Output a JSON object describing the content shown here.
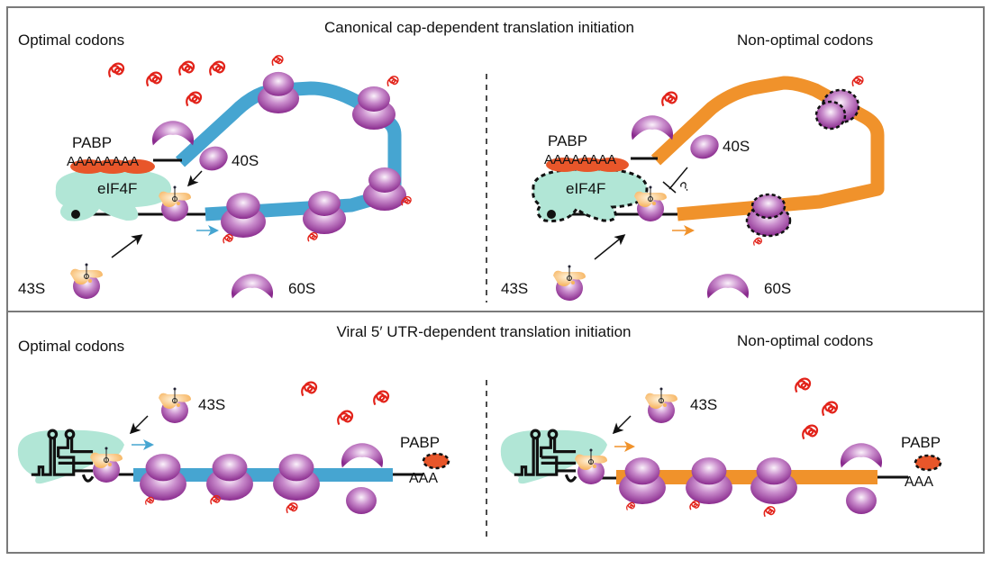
{
  "colors": {
    "optimal_mrna": "#46a5d1",
    "nonoptimal_mrna": "#f0922b",
    "ribosome": "#9b3c9e",
    "eif4f": "#b1e6d6",
    "pabp": "#e8562a",
    "peptide": "#e2231a",
    "initiator": "#f7b55e",
    "border": "#7a7a7a"
  },
  "top_panel": {
    "title": "Canonical cap-dependent translation initiation",
    "left": {
      "heading": "Optimal codons",
      "pabp_label": "PABP",
      "polya_label": "AAAAAAAA",
      "eif4f_label": "eIF4F",
      "label_40s": "40S",
      "label_43s": "43S",
      "label_60s": "60S"
    },
    "right": {
      "heading": "Non-optimal codons",
      "pabp_label": "PABP",
      "polya_label": "AAAAAAAA",
      "eif4f_label": "eIF4F",
      "label_40s": "40S",
      "label_43s": "43S",
      "label_60s": "60S",
      "inhibition_label": "?"
    }
  },
  "bottom_panel": {
    "title": "Viral 5′ UTR-dependent translation initiation",
    "left": {
      "heading": "Optimal codons",
      "label_43s": "43S",
      "pabp_label": "PABP",
      "polya_label": "AAA"
    },
    "right": {
      "heading": "Non-optimal codons",
      "label_43s": "43S",
      "pabp_label": "PABP",
      "polya_label": "AAA"
    }
  }
}
